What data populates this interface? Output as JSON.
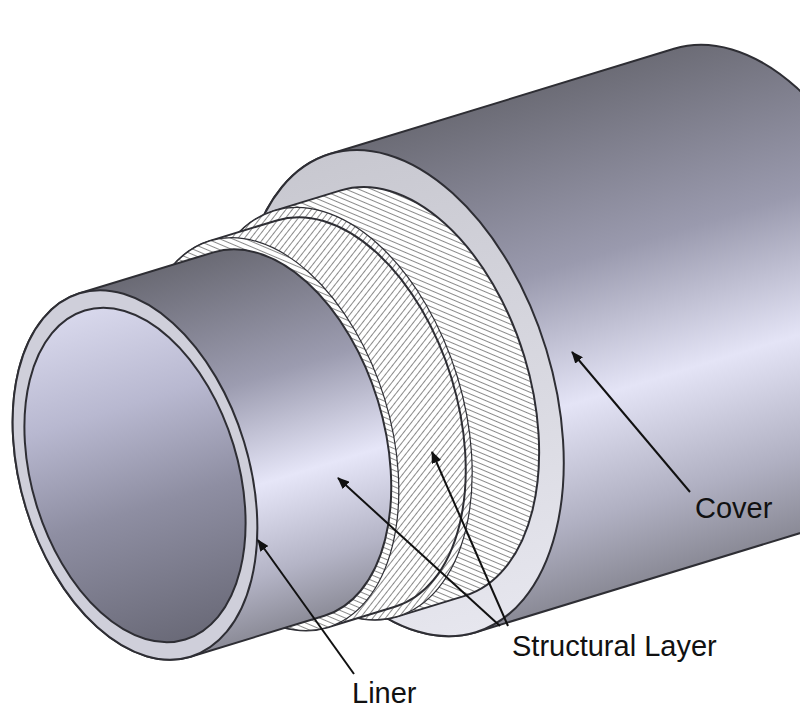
{
  "diagram": {
    "labels": [
      "Cover",
      "Structural Layer",
      "Liner"
    ]
  }
}
